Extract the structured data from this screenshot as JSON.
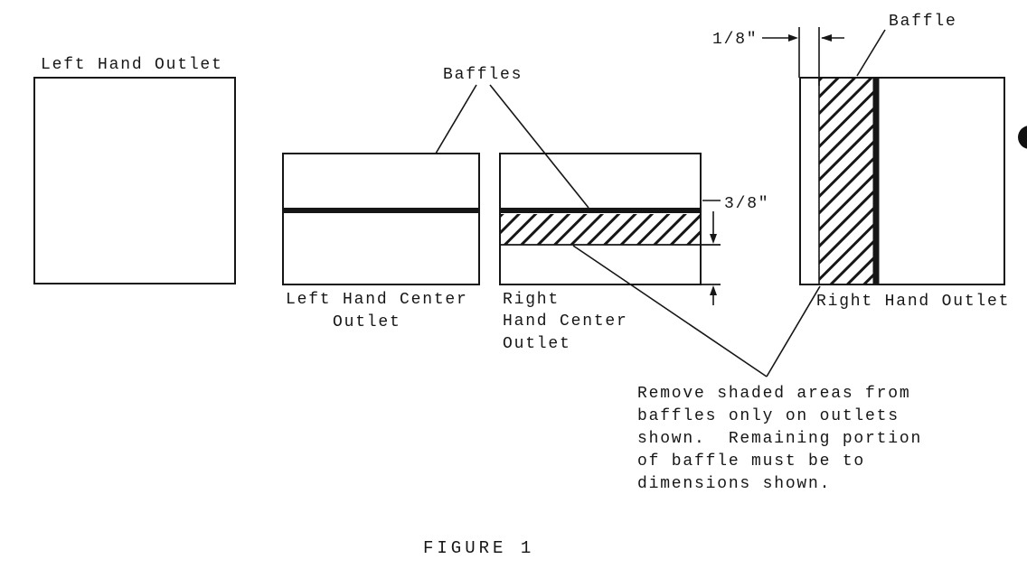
{
  "figure": {
    "caption": "FIGURE 1",
    "colors": {
      "ink": "#161616",
      "paper": "#ffffff"
    },
    "left_outlet": {
      "label": "Left Hand Outlet"
    },
    "baffles_label": "Baffles",
    "left_center_outlet": {
      "label_lines": [
        "Left Hand Center",
        "Outlet"
      ]
    },
    "right_center_outlet": {
      "label_lines": [
        "Right",
        "Hand Center",
        "Outlet"
      ],
      "dim": "3/8\""
    },
    "right_outlet": {
      "label": "Right Hand Outlet",
      "baffle_label": "Baffle",
      "dim": "1/8\""
    },
    "note_lines": [
      "Remove shaded areas from",
      "baffles only on outlets",
      "shown.  Remaining portion",
      "of baffle must be to",
      "dimensions shown."
    ]
  }
}
